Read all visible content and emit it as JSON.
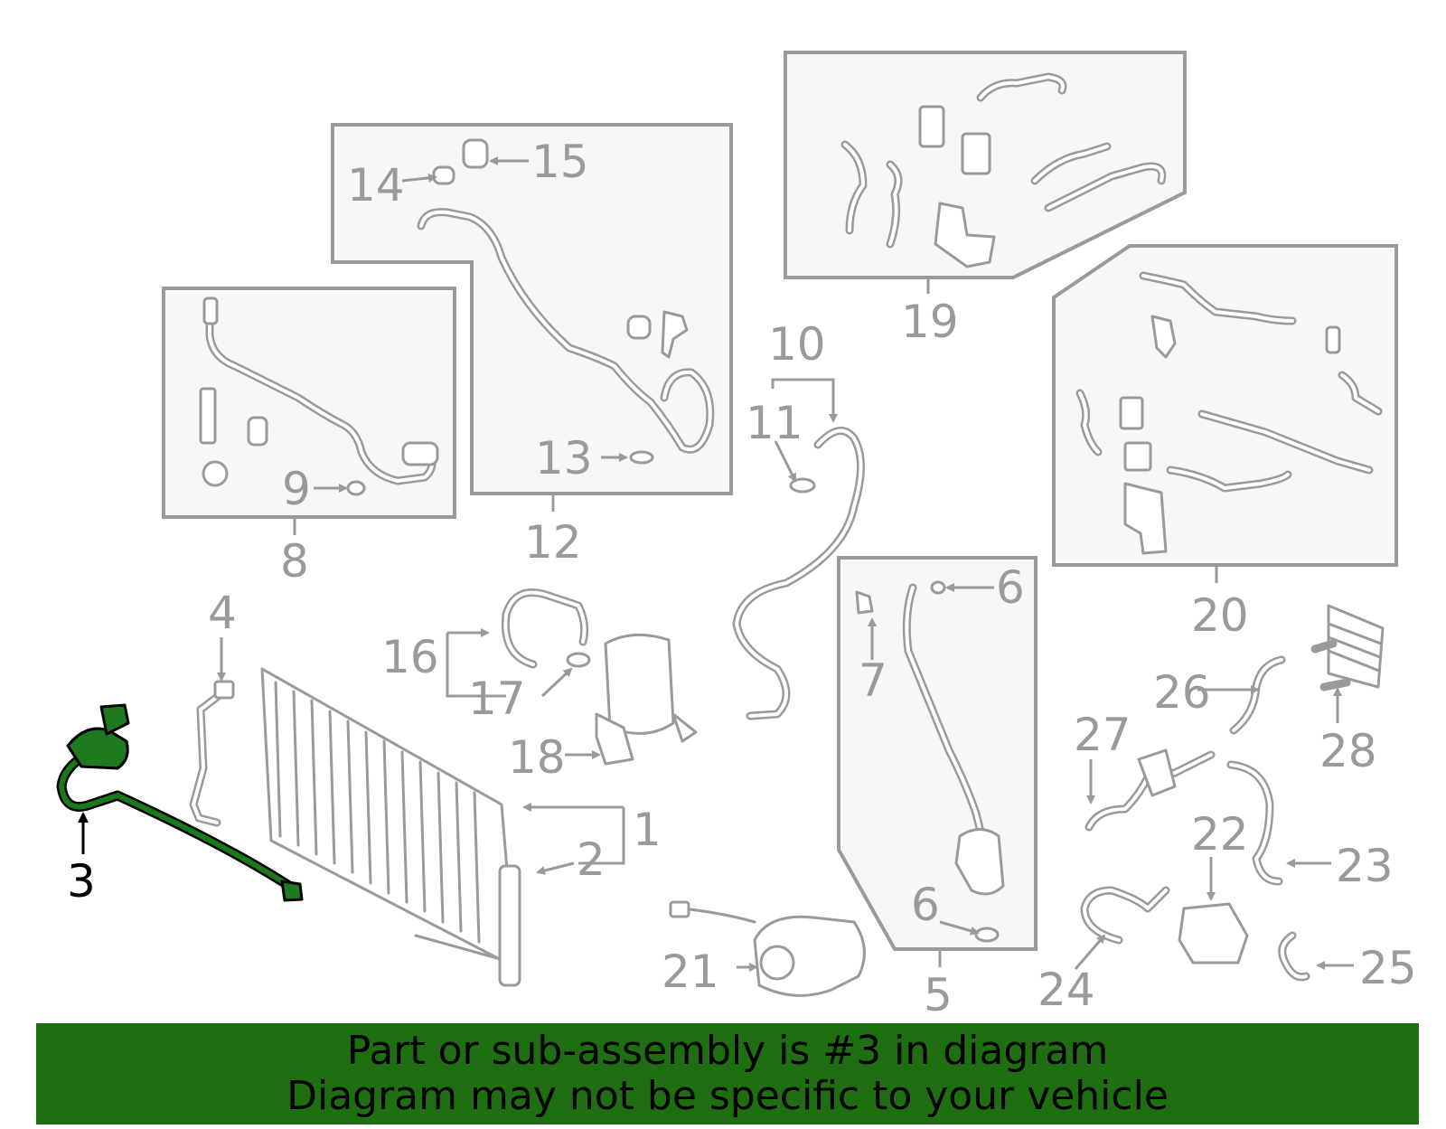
{
  "diagram": {
    "highlighted_part": "3",
    "highlight_color": "#1f7a1f",
    "labels": {
      "l1": "1",
      "l2": "2",
      "l3": "3",
      "l4": "4",
      "l5": "5",
      "l6a": "6",
      "l6b": "6",
      "l7": "7",
      "l8": "8",
      "l9": "9",
      "l10": "10",
      "l11": "11",
      "l12": "12",
      "l13": "13",
      "l14": "14",
      "l15": "15",
      "l16": "16",
      "l17": "17",
      "l18": "18",
      "l19": "19",
      "l20": "20",
      "l21": "21",
      "l22": "22",
      "l23": "23",
      "l24": "24",
      "l25": "25",
      "l26": "26",
      "l27": "27",
      "l28": "28"
    }
  },
  "banner": {
    "line1": "Part or sub-assembly is #3 in diagram",
    "line2": "Diagram may not be specific to your vehicle",
    "background": "#1f6e11"
  }
}
